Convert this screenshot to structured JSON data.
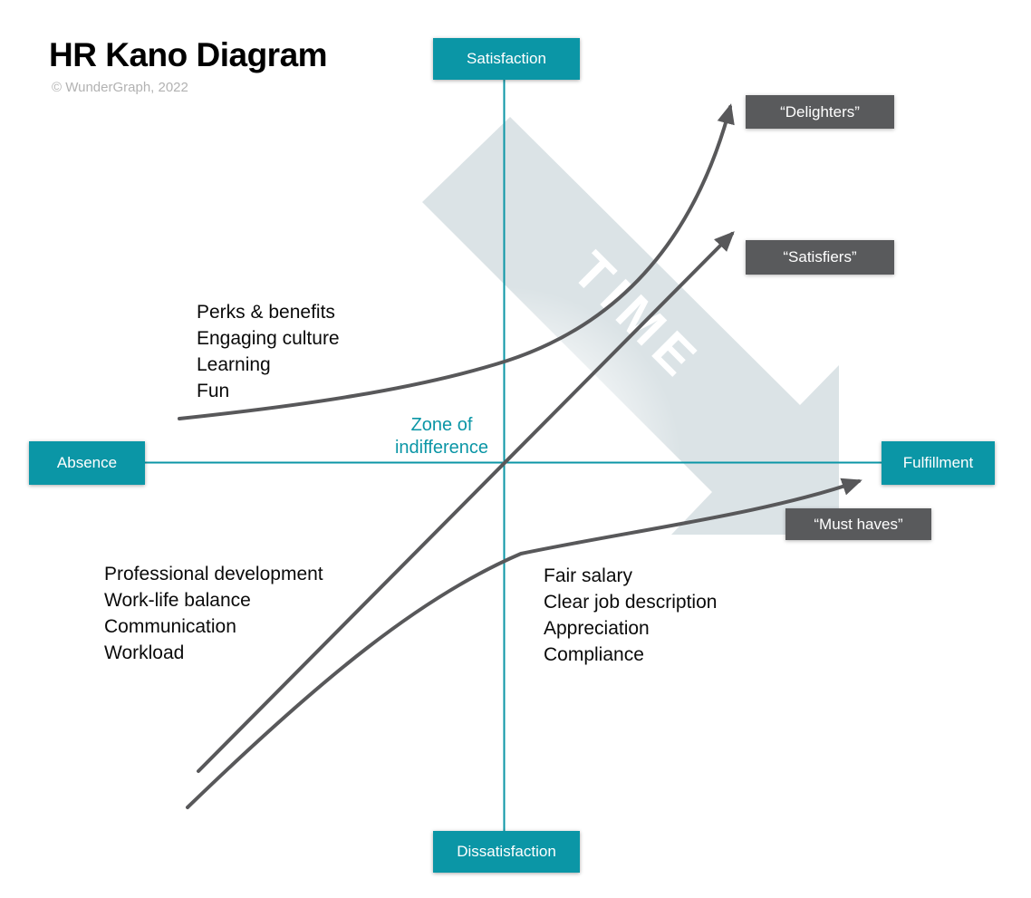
{
  "title": "HR Kano Diagram",
  "copyright": "© WunderGraph, 2022",
  "colors": {
    "teal_accent": "#0b96a6",
    "dark_label_box": "#595a5c",
    "watermark_arrow": "#dbe3e6",
    "curve_stroke": "#58585a",
    "copyright_gray": "#b2b2b2"
  },
  "axes": {
    "top_label": "Satisfaction",
    "bottom_label": "Dissatisfaction",
    "left_label": "Absence",
    "right_label": "Fulfillment"
  },
  "zone_of_indifference": {
    "line1": "Zone of",
    "line2": "indifference"
  },
  "time_watermark": "TIME",
  "curve_labels": {
    "delighters": "“Delighters”",
    "satisfiers": "“Satisfiers”",
    "must_haves": "“Must haves”"
  },
  "quadrants": {
    "top_left_items": [
      "Perks & benefits",
      "Engaging culture",
      "Learning",
      "Fun"
    ],
    "bottom_left_items": [
      "Professional development",
      "Work-life balance",
      "Communication",
      "Workload"
    ],
    "bottom_right_items": [
      "Fair salary",
      "Clear job description",
      "Appreciation",
      "Compliance"
    ]
  }
}
